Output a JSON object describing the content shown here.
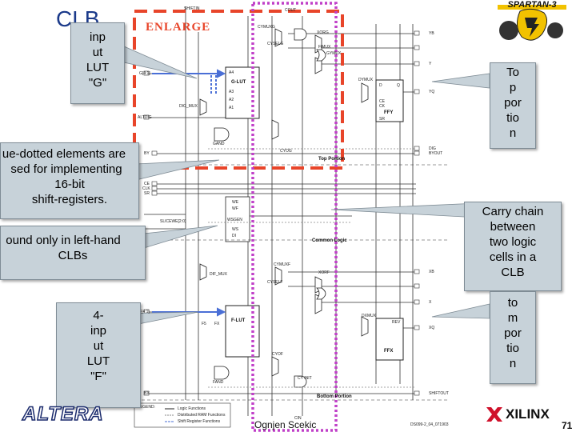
{
  "slide": {
    "title": "CLB",
    "enlarge_label": "ENLARGE",
    "author": "Ognjen Scekic",
    "page_number": "71"
  },
  "logos": {
    "spartan": "SPARTAN-3",
    "altera": "ALTERA",
    "xilinx": "XILINX"
  },
  "callouts": {
    "g_lut": [
      "inp",
      "ut",
      "LUT",
      "\"G\""
    ],
    "blue_dotted": [
      "ue-dotted elements are",
      "sed for implementing",
      "16-bit",
      "shift-registers."
    ],
    "left_hand": [
      "ound only in left-hand",
      "CLBs"
    ],
    "f_lut": [
      "4-",
      "inp",
      "ut",
      "LUT",
      "\"F\""
    ],
    "top_portion": [
      "To",
      "p",
      "por",
      "tio",
      "n"
    ],
    "carry_chain": [
      "Carry chain",
      "between",
      "two logic",
      "cells in a",
      "CLB"
    ],
    "bottom_portion": [
      "to",
      "m",
      "por",
      "tio",
      "n"
    ]
  },
  "schematic": {
    "g_lut": "G-LUT",
    "f_lut": "F-LUT",
    "ffy": "FFY",
    "ffx": "FFX",
    "top_portion": "Top Portion",
    "bottom_portion": "Bottom Portion",
    "common_logic": "Common Logic",
    "wgen": "WSGEN",
    "gand": "GAND",
    "fand": "FAND",
    "cyog": "CYOG",
    "cyof": "CYOF",
    "cyinit": "CY INIT",
    "legend": "LEGEND:",
    "legend_items": [
      "Logic Functions",
      "Distributed RAM Functions",
      "Shift Register Functions"
    ],
    "signals_left": [
      "G[4:1]",
      "F[4:1]",
      "ALTDIG",
      "BY",
      "BX",
      "CE",
      "CLK",
      "SR"
    ],
    "signals_right": [
      "YB",
      "Y",
      "YQ",
      "XB",
      "X",
      "XQ",
      "DIG",
      "BYOUT",
      "SHIFTOUT",
      "COUT",
      "CIN",
      "SHIFTIN"
    ],
    "ws_labels": [
      "WE",
      "WF",
      "WS",
      "DI"
    ],
    "cy_labels": [
      "CYMUXG",
      "CYMUXF",
      "XORG",
      "XORF",
      "FiMUX",
      "GYMUX",
      "DYMUX",
      "DXMUX"
    ],
    "ff_labels": [
      "D",
      "Q",
      "CE",
      "CK",
      "SR",
      "REV"
    ],
    "in_labels": [
      "A4",
      "A3",
      "A2",
      "A1"
    ],
    "misc_labels": [
      "SLICEWE[2:0]",
      "DIG_MUX",
      "DIF_MUX",
      "CYSELF",
      "CYSELG",
      "FX",
      "F5"
    ],
    "ref": "DS099-2_04_071903"
  },
  "colors": {
    "callout_fill": "#c7d2d9",
    "red_dashed": "#e8452a",
    "magenta_dashed": "#c040c8",
    "blue_arrow": "#4a6fd6",
    "title": "#1b3a8a"
  }
}
